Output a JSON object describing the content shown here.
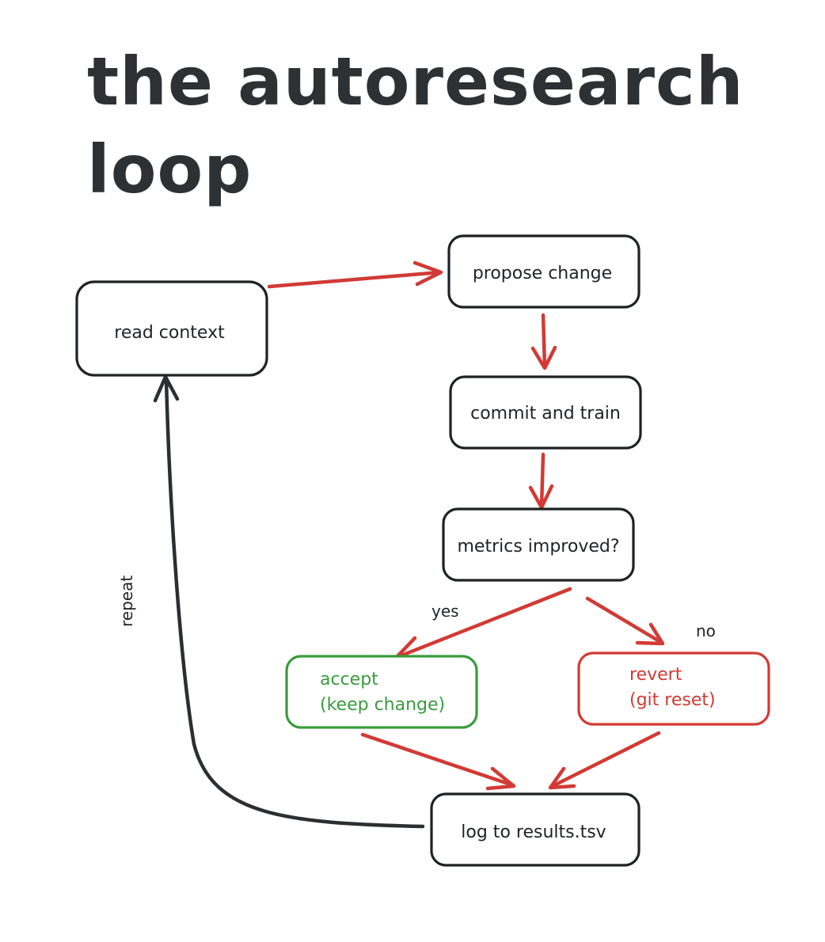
{
  "title": {
    "line1": "the autoresearch",
    "line2": "loop"
  },
  "colors": {
    "ink": "#1f2224",
    "arrow_red": "#d23a35",
    "arrow_dark": "#2b2f31",
    "accept_green": "#3a9a3e",
    "revert_red": "#d23a35"
  },
  "nodes": {
    "read_context": {
      "label": "read context"
    },
    "propose_change": {
      "label": "propose change"
    },
    "commit_and_train": {
      "label": "commit and train"
    },
    "metrics_improved": {
      "label": "metrics improved?"
    },
    "accept": {
      "line1": "accept",
      "line2": "(keep change)"
    },
    "revert": {
      "line1": "revert",
      "line2": "(git reset)"
    },
    "log_results": {
      "label": "log to results.tsv"
    }
  },
  "edges": {
    "yes_label": "yes",
    "no_label": "no",
    "repeat_label": "repeat"
  }
}
